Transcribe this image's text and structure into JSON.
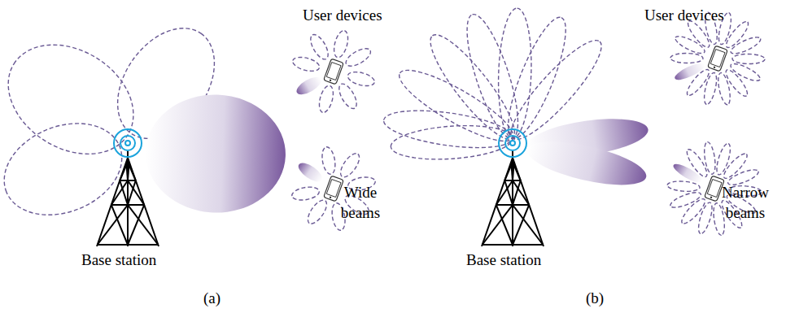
{
  "diagram": {
    "labels": [
      "User devices",
      "Wide beams",
      "Base station",
      "(a)",
      "User devices",
      "Narrow beams",
      "Base station",
      "(b)"
    ]
  }
}
